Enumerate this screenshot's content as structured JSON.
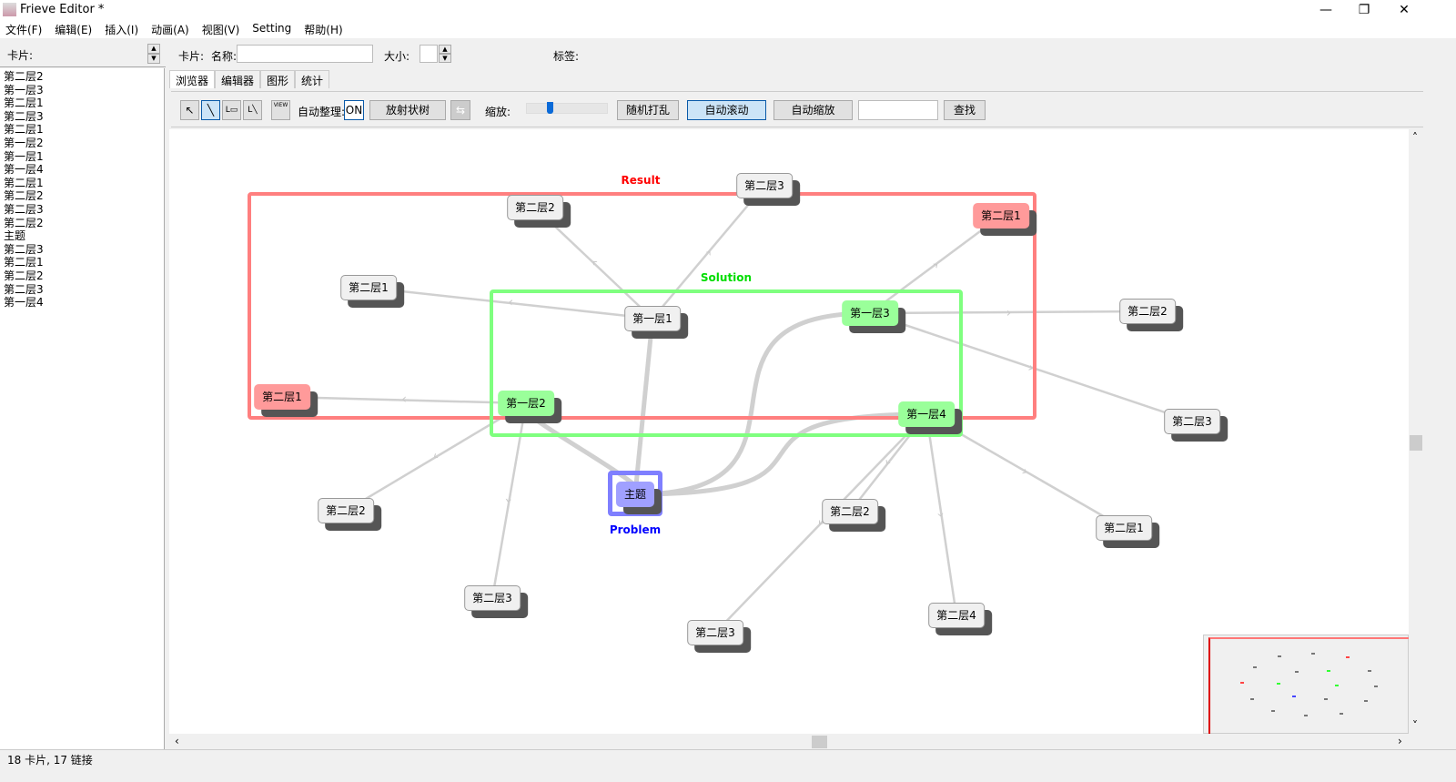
{
  "window": {
    "title": "Frieve Editor  *",
    "min": "—",
    "max": "❐",
    "close": "✕"
  },
  "menu": [
    "文件(F)",
    "编辑(E)",
    "插入(I)",
    "动画(A)",
    "视图(V)",
    "Setting",
    "帮助(H)"
  ],
  "left": {
    "header": "卡片:",
    "items": [
      "第二层2",
      "第一层3",
      "第二层1",
      "第二层3",
      "第二层1",
      "第一层2",
      "第一层1",
      "第一层4",
      "第二层1",
      "第二层2",
      "第二层3",
      "第二层2",
      "主题",
      "第二层3",
      "第二层1",
      "第二层2",
      "第二层3",
      "第一层4"
    ]
  },
  "cardbar": {
    "card_label": "卡片:",
    "name_label": "名称:",
    "name_value": "",
    "size_label": "大小:",
    "size_value": "",
    "tag_label": "标签:"
  },
  "tabs": [
    "浏览器",
    "编辑器",
    "图形",
    "统计"
  ],
  "toolbar": {
    "view": "VIEW",
    "auto_arrange": "自动整理:",
    "on": "ON",
    "radial": "放射状树",
    "zoom_label": "缩放:",
    "zoom_level": 0.25,
    "shuffle": "随机打乱",
    "auto_scroll": "自动滚动",
    "auto_zoom": "自动缩放",
    "search_value": "",
    "find": "查找"
  },
  "groups": [
    {
      "label": "Result",
      "color": "#ff7f7f",
      "text_color": "#ff0000"
    },
    {
      "label": "Solution",
      "color": "#7fff7f",
      "text_color": "#00dd00"
    },
    {
      "label": "Problem",
      "color": "#7f7fff",
      "text_color": "#0000ff"
    }
  ],
  "colors": {
    "gray": "#f0f0f0",
    "red": "#ff9a9a",
    "green": "#9aff9a",
    "blue": "#a0a0ff"
  },
  "cards": [
    {
      "label": "第二层3",
      "color": "gray"
    },
    {
      "label": "第二层2",
      "color": "gray"
    },
    {
      "label": "第二层1",
      "color": "red"
    },
    {
      "label": "第二层1",
      "color": "gray"
    },
    {
      "label": "第一层1",
      "color": "gray"
    },
    {
      "label": "第一层3",
      "color": "green"
    },
    {
      "label": "第二层2",
      "color": "gray"
    },
    {
      "label": "第二层1",
      "color": "red"
    },
    {
      "label": "第一层2",
      "color": "green"
    },
    {
      "label": "第一层4",
      "color": "green"
    },
    {
      "label": "第二层3",
      "color": "gray"
    },
    {
      "label": "主题",
      "color": "blue"
    },
    {
      "label": "第二层2",
      "color": "gray"
    },
    {
      "label": "第二层2",
      "color": "gray"
    },
    {
      "label": "第二层1",
      "color": "gray"
    },
    {
      "label": "第二层3",
      "color": "gray"
    },
    {
      "label": "第二层4",
      "color": "gray"
    },
    {
      "label": "第二层3",
      "color": "gray"
    }
  ],
  "links": [
    [
      11,
      4
    ],
    [
      11,
      5
    ],
    [
      11,
      8
    ],
    [
      11,
      9
    ],
    [
      4,
      1
    ],
    [
      4,
      0
    ],
    [
      4,
      3
    ],
    [
      5,
      2
    ],
    [
      5,
      6
    ],
    [
      5,
      10
    ],
    [
      8,
      7
    ],
    [
      8,
      12
    ],
    [
      8,
      15
    ],
    [
      9,
      13
    ],
    [
      9,
      17
    ],
    [
      9,
      16
    ],
    [
      9,
      14
    ]
  ],
  "status": "18 卡片, 17 链接"
}
